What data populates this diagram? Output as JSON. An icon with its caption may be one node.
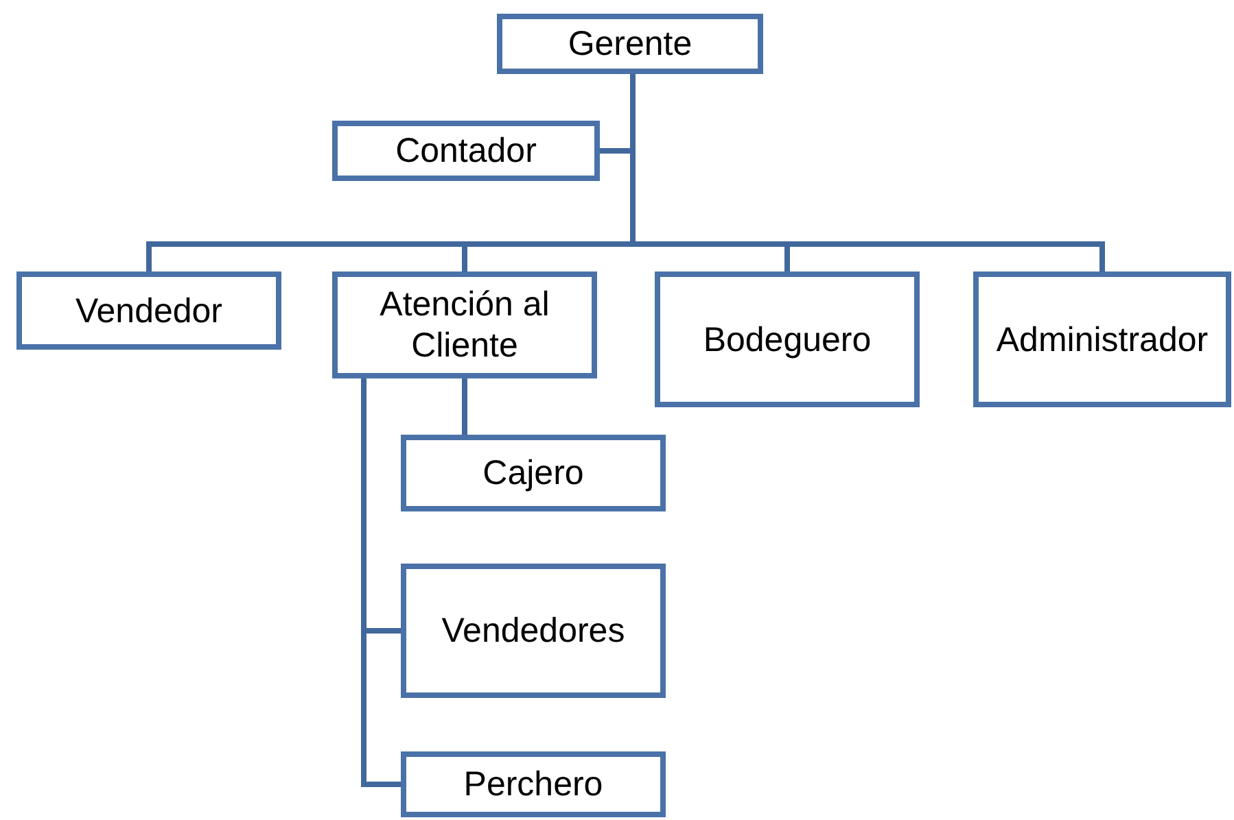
{
  "diagram": {
    "nodes": [
      {
        "text": [
          "Gerente"
        ]
      },
      {
        "text": [
          "Contador"
        ]
      },
      {
        "text": [
          "Vendedor"
        ]
      },
      {
        "text": [
          "Atención al Cliente"
        ]
      },
      {
        "text": [
          "Bodeguero"
        ]
      },
      {
        "text": [
          "Administrador"
        ]
      },
      {
        "text": [
          "Cajero"
        ]
      },
      {
        "text": [
          "Vendedores"
        ]
      },
      {
        "text": [
          "Perchero"
        ]
      }
    ],
    "edges": [
      {
        "from": 0,
        "to": 1,
        "arrow": "none"
      },
      {
        "from": 0,
        "to": 2,
        "arrow": "none"
      },
      {
        "from": 0,
        "to": 3,
        "arrow": "none"
      },
      {
        "from": 0,
        "to": 4,
        "arrow": "none"
      },
      {
        "from": 0,
        "to": 5,
        "arrow": "none"
      },
      {
        "from": 3,
        "to": 6,
        "arrow": "none"
      },
      {
        "from": 3,
        "to": 7,
        "arrow": "none"
      },
      {
        "from": 3,
        "to": 8,
        "arrow": "none"
      }
    ]
  }
}
